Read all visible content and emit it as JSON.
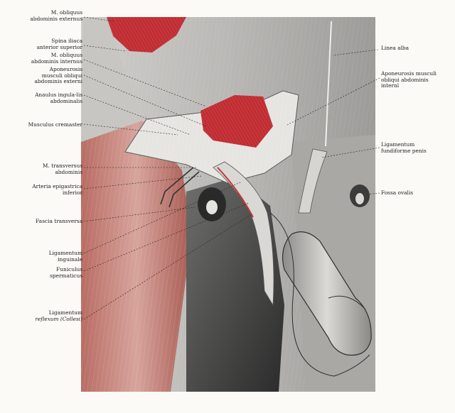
{
  "figure": {
    "labels_left": [
      {
        "id": "m-obliquus-ext",
        "text": "M. obliquus\nabdominis externus"
      },
      {
        "id": "spina-iliaca",
        "text": "Spina iliaca\nanterior superior"
      },
      {
        "id": "m-obliquus-int",
        "text": "M. obliquus\nabdominis internus"
      },
      {
        "id": "aponeurosis-ext",
        "text": "Aponeurosis\nmusculi obliqui\nabdominis externi"
      },
      {
        "id": "anulus-inguinalis",
        "text": "Anaulus ingula-lis\nabdominalis"
      },
      {
        "id": "musculus-cremaster",
        "text": "Musculus cremaster"
      },
      {
        "id": "m-transversus",
        "text": "M. transversus\nabdominis"
      },
      {
        "id": "arteria-epigastrica",
        "text": "Arteria epigastrica\ninferior"
      },
      {
        "id": "fascia-transversa",
        "text": "Fascia transversa"
      },
      {
        "id": "ligamentum-inguinale",
        "text": "Ligamentum\ninguinale"
      },
      {
        "id": "funiculus",
        "text": "Funiculus\nspermaticus"
      },
      {
        "id": "ligamentum-reflexum-1",
        "text": "Ligamentum"
      },
      {
        "id": "ligamentum-reflexum-2",
        "text": "reflexum (Collesi)"
      }
    ],
    "labels_right": [
      {
        "id": "linea-alba",
        "text": "Linea alba"
      },
      {
        "id": "aponeurosis-int",
        "text": "Aponeurosis musculi\nobliqui abdominis\ninternl"
      },
      {
        "id": "ligamentum-fundiforme",
        "text": "Ligamentum\nfundiforme penis"
      },
      {
        "id": "fossa-ovalis",
        "text": "Fossa ovalis"
      }
    ]
  },
  "colors": {
    "muscle_red": "#c8343a",
    "muscle_pink": "#c98a84",
    "tissue_grey": "#9a9a98",
    "dark_grey": "#3a3a3a",
    "paper": "#fbfaf7"
  }
}
